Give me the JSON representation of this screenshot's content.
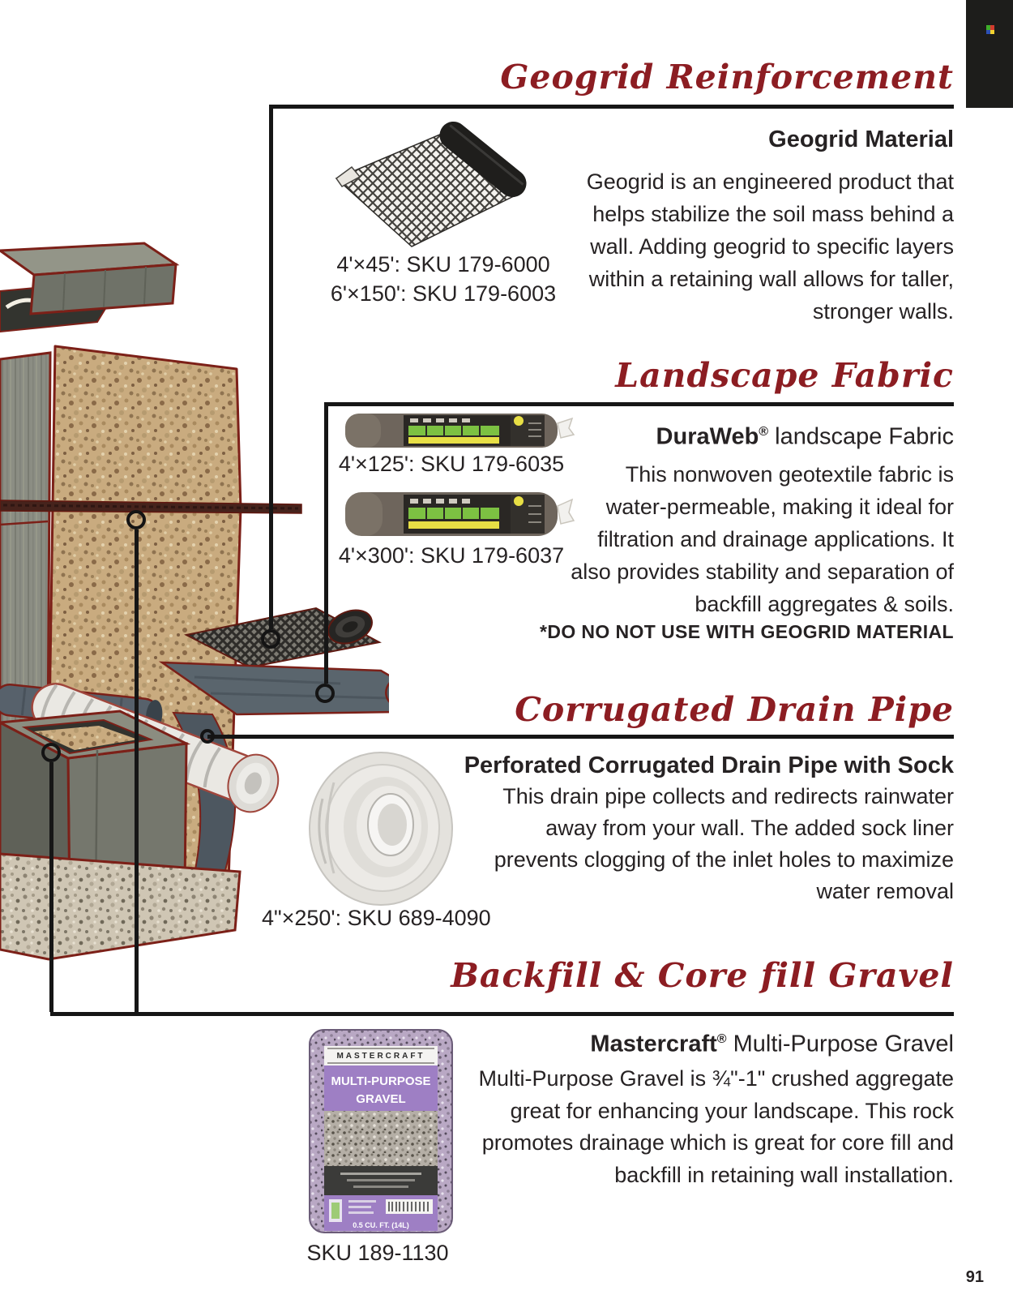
{
  "page": {
    "number": "91"
  },
  "colors": {
    "accent": "#8c1d22",
    "rule": "#161616",
    "bag_purple": "#9e7fc4"
  },
  "corner": {
    "icon": "four-color-grid-icon"
  },
  "s1": {
    "heading": "Geogrid Reinforcement",
    "sub": "Geogrid Material",
    "body": [
      "Geogrid is an engineered product that",
      "helps stabilize the soil mass behind a",
      "wall. Adding geogrid to specific layers",
      "within a retaining wall allows for taller,",
      "stronger walls."
    ],
    "skus": [
      "4'×45': SKU 179-6000",
      "6'×150': SKU 179-6003"
    ],
    "product": "geogrid-mesh-roll"
  },
  "s2": {
    "heading": "Landscape Fabric",
    "brand": "DuraWeb",
    "reg": "®",
    "sub_rest": " landscape Fabric",
    "body": [
      "This nonwoven geotextile fabric is",
      "water-permeable, making it ideal for",
      "filtration and drainage applications. It",
      "also provides stability and separation of",
      "backfill aggregates & soils."
    ],
    "note": "*DO NO NOT USE WITH GEOGRID MATERIAL",
    "skus": [
      "4'×125': SKU 179-6035",
      "4'×300': SKU 179-6037"
    ],
    "product": "landscape-fabric-rolls"
  },
  "s3": {
    "heading": "Corrugated Drain Pipe",
    "sub": "Perforated Corrugated Drain Pipe with Sock",
    "body": [
      "This drain pipe collects and redirects rainwater",
      "away from your wall. The added sock liner",
      "prevents clogging of the inlet holes to maximize",
      "water removal"
    ],
    "skus": [
      "4\"×250': SKU 689-4090"
    ],
    "product": "white-corrugated-pipe-coil"
  },
  "s4": {
    "heading": "Backfill & Core fill Gravel",
    "brand": "Mastercraft",
    "reg": "®",
    "sub_rest": " Multi-Purpose Gravel",
    "body": [
      "Multi-Purpose Gravel is ¾\"-1\" crushed aggregate",
      "great for enhancing your landscape. This rock",
      "promotes drainage which is great for core fill and",
      "backfill in retaining wall installation."
    ],
    "sku": "SKU 189-1130",
    "bag": {
      "brand": "MASTERCRAFT",
      "title1": "MULTI-PURPOSE",
      "title2": "GRAVEL",
      "size": "0.5 CU. FT. (14L)"
    }
  }
}
